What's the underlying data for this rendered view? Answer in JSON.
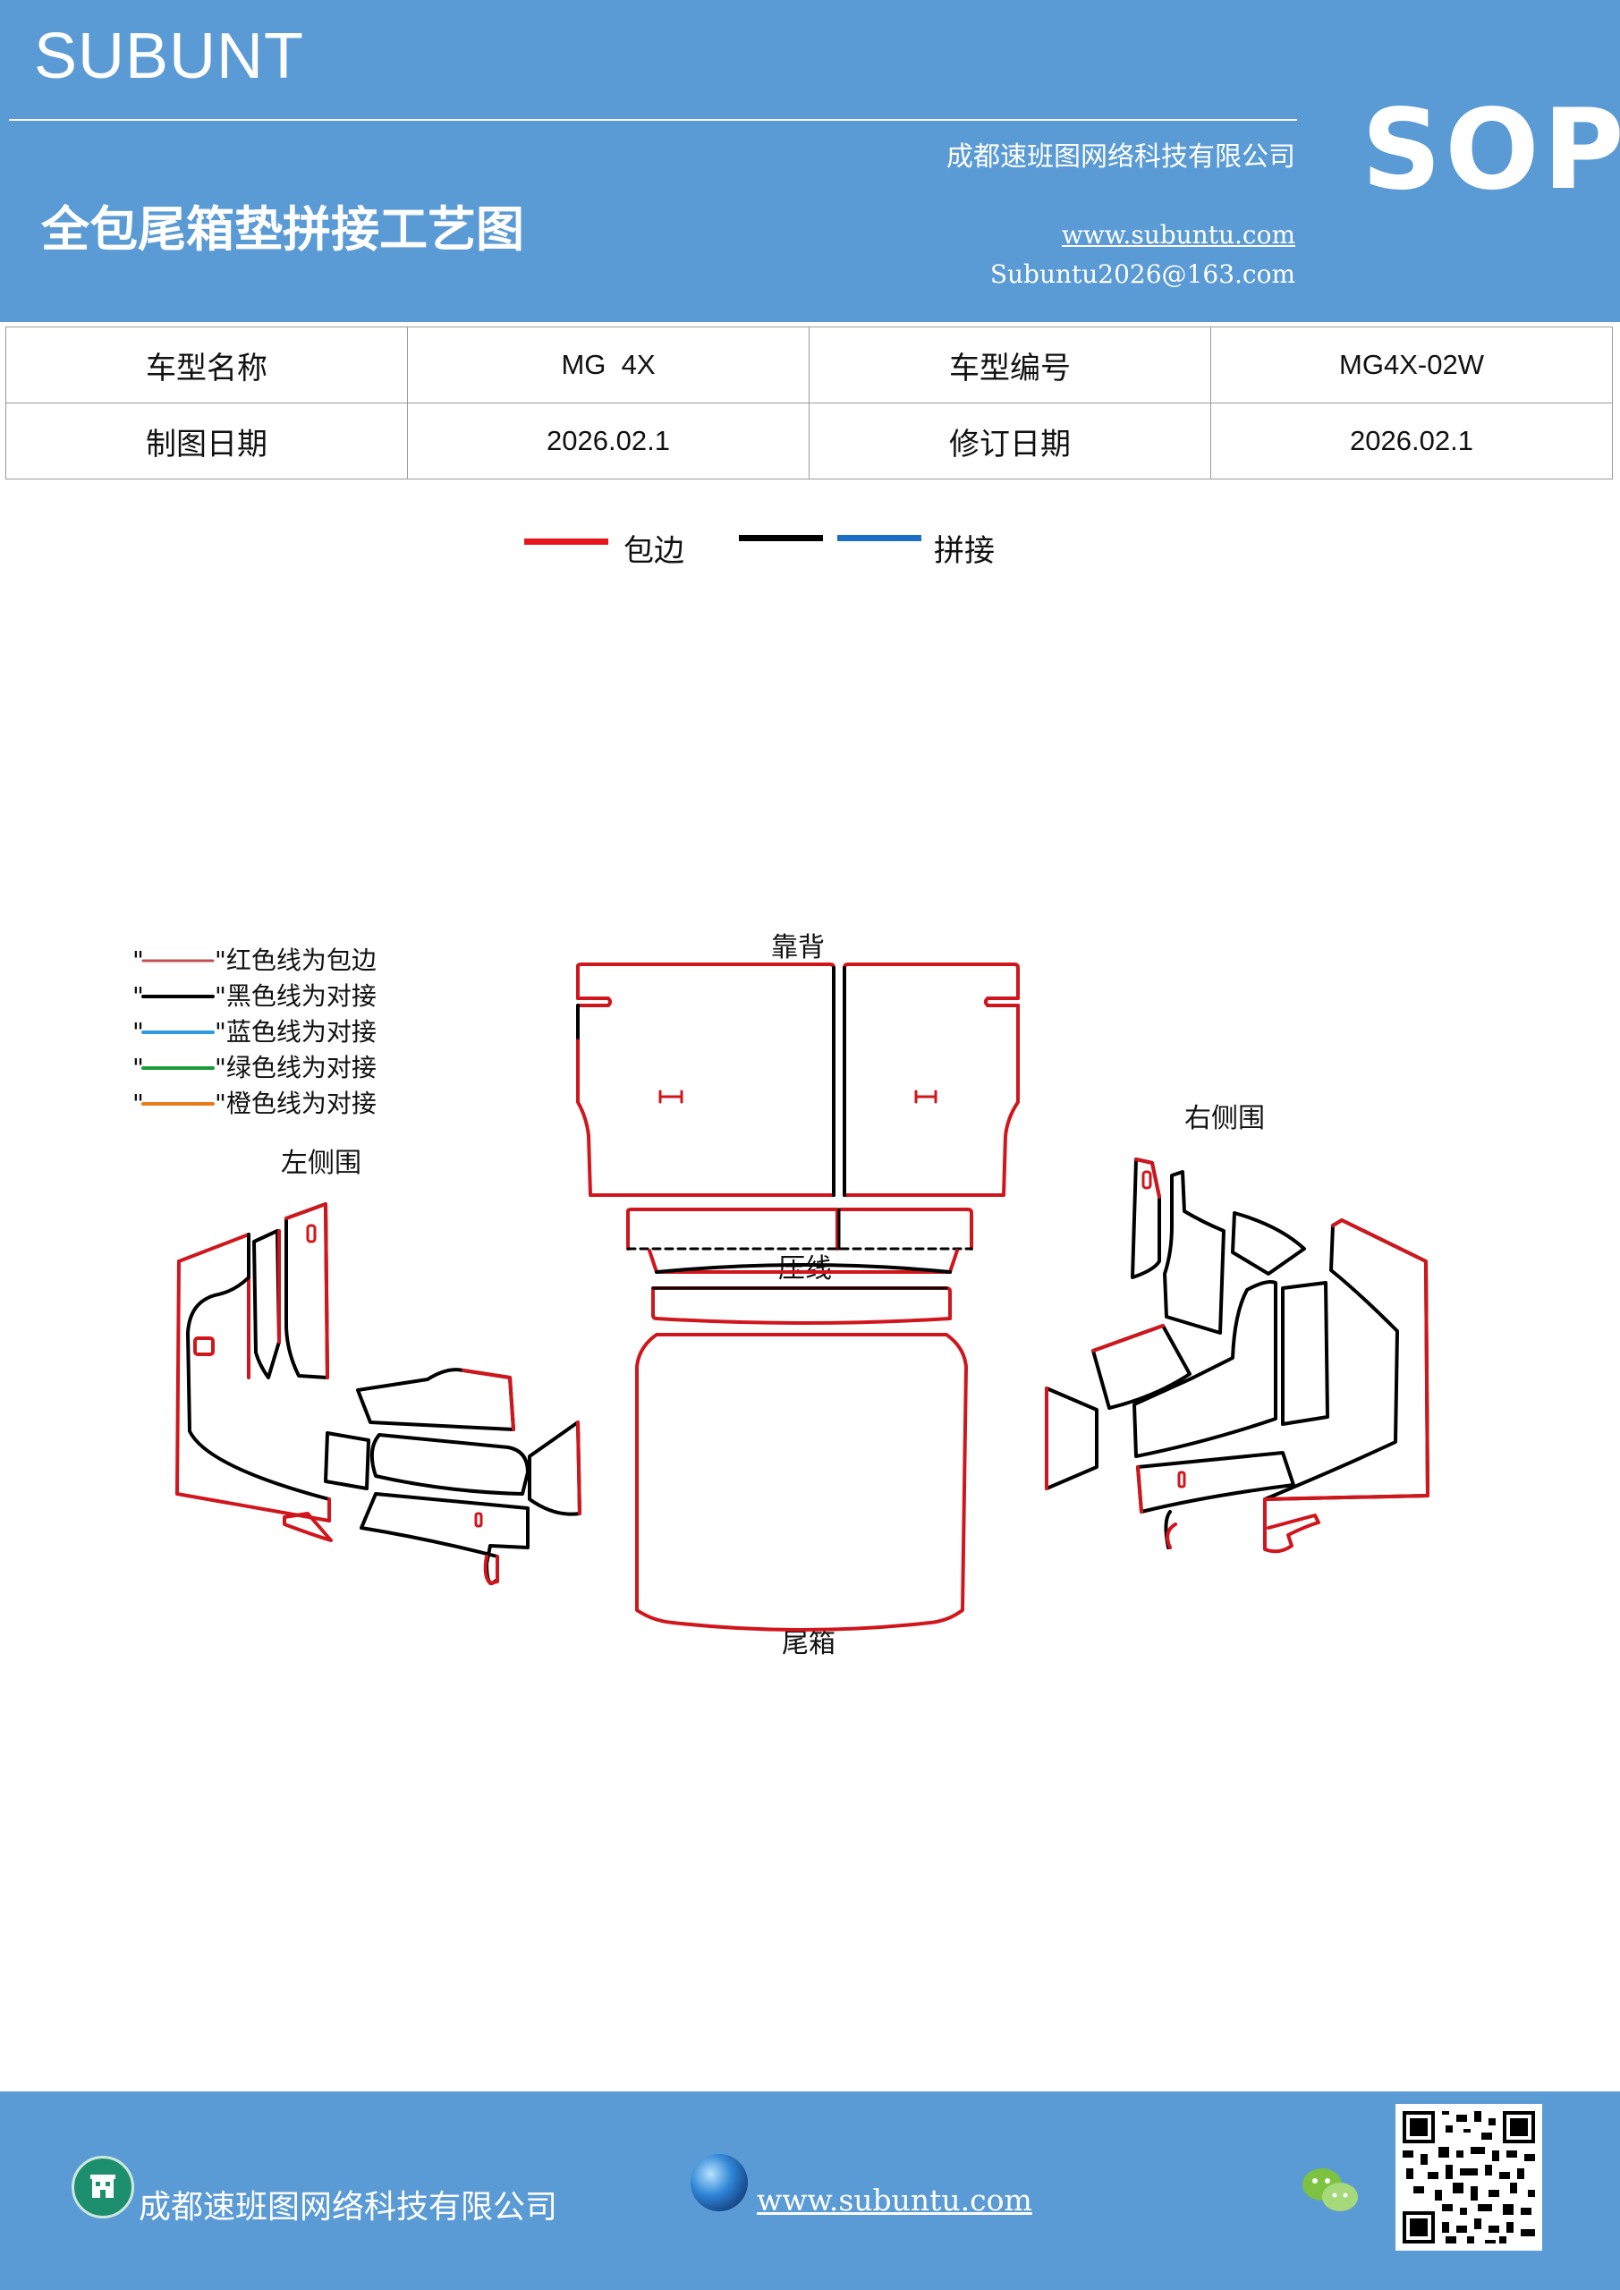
{
  "header": {
    "brand": "SUBUNT",
    "company": "成都速班图网络科技有限公司",
    "title": "全包尾箱垫拼接工艺图",
    "website": "www.subuntu.com",
    "email": "Subuntu2026@163.com",
    "sop": "SOP"
  },
  "info": {
    "model_name_label": "车型名称",
    "model_name": "MG  4X",
    "model_code_label": "车型编号",
    "model_code": "MG4X-02W",
    "draw_date_label": "制图日期",
    "draw_date": "2026.02.1",
    "revise_date_label": "修订日期",
    "revise_date": "2026.02.1"
  },
  "legend_top": {
    "edge_label": "包边",
    "join_label": "拼接",
    "colors": {
      "edge": "#e8161c",
      "black": "#000000",
      "blue": "#1a6fc4"
    }
  },
  "diagram": {
    "key": [
      {
        "quote": "\"",
        "text": "\"红色线为包边",
        "color": "#c0504d"
      },
      {
        "quote": "\"",
        "text": "\"黑色线为对接",
        "color": "#000000"
      },
      {
        "quote": "\"",
        "text": "\"蓝色线为对接",
        "color": "#2e9be0"
      },
      {
        "quote": "\"",
        "text": "\"绿色线为对接",
        "color": "#1a9c3a"
      },
      {
        "quote": "\"",
        "text": "\"橙色线为对接",
        "color": "#e87a1c"
      }
    ],
    "labels": {
      "backrest": "靠背",
      "left_side": "左侧围",
      "right_side": "右侧围",
      "crease": "压线",
      "trunk": "尾箱"
    },
    "colors": {
      "red": "#d0161c",
      "black": "#000000"
    }
  },
  "footer": {
    "company": "成都速班图网络科技有限公司",
    "website": "www.subuntu.com",
    "icons": [
      "company-icon",
      "globe-icon",
      "wechat-icon",
      "qr-code"
    ]
  }
}
